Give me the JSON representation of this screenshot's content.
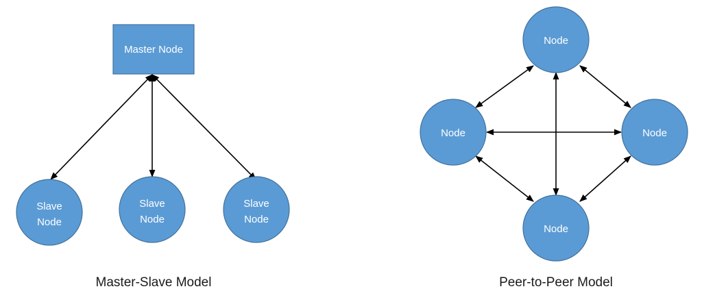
{
  "colors": {
    "node_fill": "#5B9BD5",
    "node_stroke": "#41719C",
    "edge": "#000000",
    "caption": "#1a1a1a"
  },
  "master_slave": {
    "caption": "Master-Slave Model",
    "master": {
      "label": "Master Node",
      "shape": "rectangle"
    },
    "slaves": [
      {
        "line1": "Slave",
        "line2": "Node"
      },
      {
        "line1": "Slave",
        "line2": "Node"
      },
      {
        "line1": "Slave",
        "line2": "Node"
      }
    ],
    "edges": "bidirectional master-to-each-slave"
  },
  "peer_to_peer": {
    "caption": "Peer-to-Peer Model",
    "nodes": [
      {
        "id": "top",
        "label": "Node"
      },
      {
        "id": "left",
        "label": "Node"
      },
      {
        "id": "right",
        "label": "Node"
      },
      {
        "id": "bottom",
        "label": "Node"
      }
    ],
    "edges": [
      [
        "top",
        "left"
      ],
      [
        "top",
        "right"
      ],
      [
        "left",
        "bottom"
      ],
      [
        "right",
        "bottom"
      ],
      [
        "left",
        "right"
      ],
      [
        "top",
        "bottom"
      ]
    ],
    "edge_style": "bidirectional"
  }
}
